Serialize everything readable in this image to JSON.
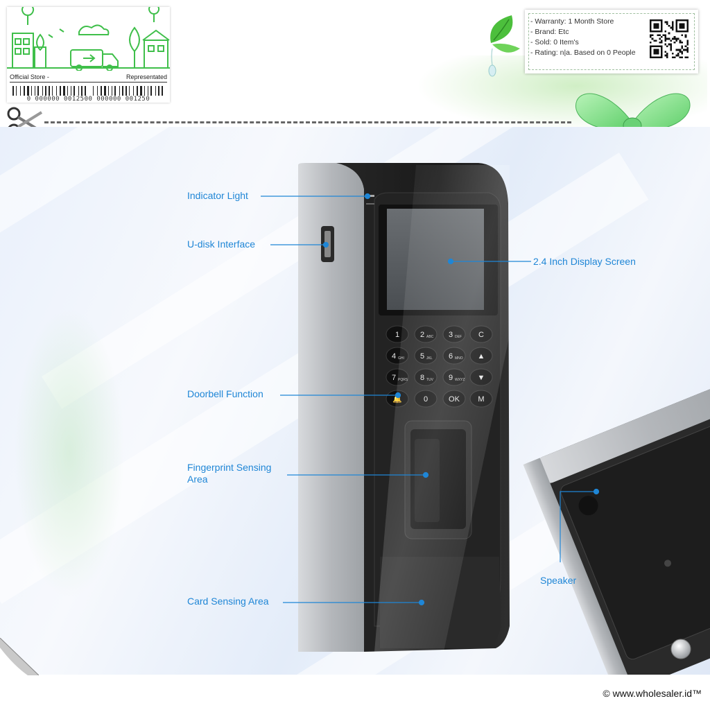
{
  "store_card": {
    "left_label": "Official Store -",
    "right_label": "Representated",
    "barcode_number": "0 000000 0012500 000000 001250"
  },
  "info_card": {
    "lines": [
      "- Warranty: 1 Month Store",
      "- Brand: Etc",
      "- Sold: 0 Item's",
      "- Rating: n|a. Based on 0 People"
    ]
  },
  "callouts": {
    "indicator_light": "Indicator Light",
    "udisk_interface": "U-disk Interface",
    "display_screen": "2.4 Inch Display Screen",
    "doorbell_function": "Doorbell Function",
    "fingerprint_line1": "Fingerprint Sensing",
    "fingerprint_line2": "Area",
    "card_sensing_area": "Card Sensing Area",
    "speaker": "Speaker"
  },
  "keypad": {
    "rows": [
      [
        {
          "main": "1",
          "sub": ""
        },
        {
          "main": "2",
          "sub": "ABC"
        },
        {
          "main": "3",
          "sub": "DEF"
        },
        {
          "main": "C",
          "sub": ""
        }
      ],
      [
        {
          "main": "4",
          "sub": "GHI"
        },
        {
          "main": "5",
          "sub": "JKL"
        },
        {
          "main": "6",
          "sub": "MNO"
        },
        {
          "main": "▲",
          "sub": ""
        }
      ],
      [
        {
          "main": "7",
          "sub": "PQRS"
        },
        {
          "main": "8",
          "sub": "TUV"
        },
        {
          "main": "9",
          "sub": "WXYZ"
        },
        {
          "main": "▼",
          "sub": ""
        }
      ],
      [
        {
          "main": "🔔",
          "sub": ""
        },
        {
          "main": "0",
          "sub": ""
        },
        {
          "main": "OK",
          "sub": ""
        },
        {
          "main": "M",
          "sub": ""
        }
      ]
    ]
  },
  "colors": {
    "accent": "#1f86d6",
    "store_green": "#3fbf4a",
    "device_black": "#1a1a1a",
    "device_silver": "#b9bcc0"
  },
  "icons": {
    "scissors": "scissors-icon",
    "bow": "ribbon-bow-icon",
    "leaf": "leaf-icon",
    "qr": "qr-code-icon"
  },
  "footer": {
    "copyright": "© www.wholesaler.id™"
  }
}
